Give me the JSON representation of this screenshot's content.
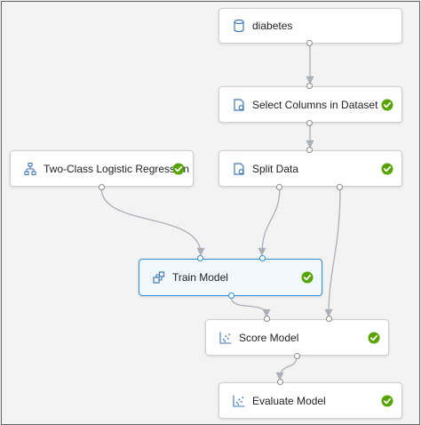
{
  "modules": [
    {
      "label": "diabetes",
      "icon": "dataset-icon",
      "status": ""
    },
    {
      "label": "Select Columns in Dataset",
      "icon": "data-transform-icon",
      "status": "completed"
    },
    {
      "label": "Two-Class Logistic Regression",
      "icon": "model-tree-icon",
      "status": "completed"
    },
    {
      "label": "Split Data",
      "icon": "data-transform-icon",
      "status": "completed"
    },
    {
      "label": "Train Model",
      "icon": "train-model-icon",
      "status": "completed"
    },
    {
      "label": "Score Model",
      "icon": "scatter-plot-icon",
      "status": "completed"
    },
    {
      "label": "Evaluate Model",
      "icon": "scatter-plot-icon",
      "status": "completed"
    }
  ],
  "colors": {
    "check": "#57a300",
    "selected_border": "#2f8fd6",
    "selected_fill": "#f0f7fd",
    "connector": "#a9b0b7",
    "icon": "#3f78b5"
  }
}
